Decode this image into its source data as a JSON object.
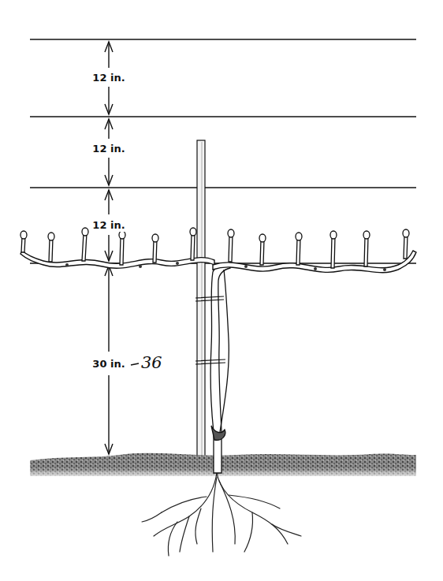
{
  "diagram": {
    "labels": [
      "12 in.",
      "12 in.",
      "12 in.",
      "30 in.",
      "36"
    ]
  }
}
